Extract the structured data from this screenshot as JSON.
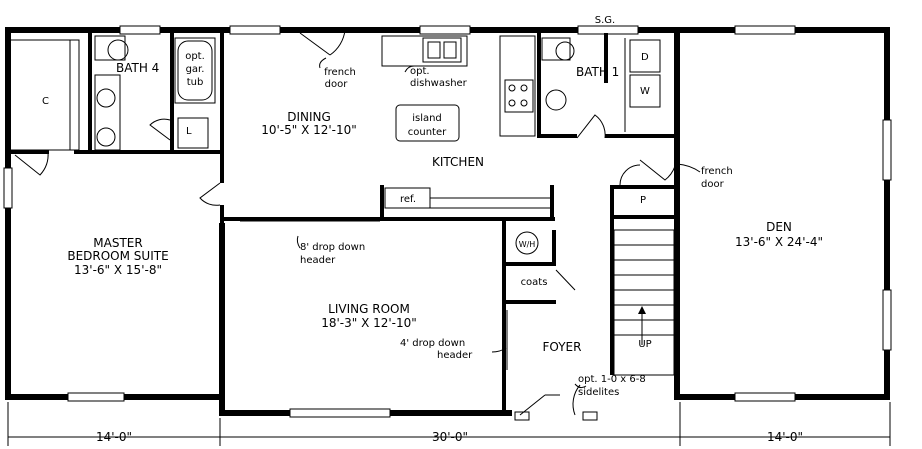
{
  "rooms": {
    "bath4": "BATH 4",
    "bath1": "BATH 1",
    "closet_c": "C",
    "linen_l": "L",
    "dryer_d": "D",
    "washer_w": "W",
    "pantry_p": "P",
    "dining_name": "DINING",
    "dining_size": "10'-5\" X 12'-10\"",
    "kitchen": "KITCHEN",
    "den_name": "DEN",
    "den_size": "13'-6\" X 24'-4\"",
    "master_name_1": "MASTER",
    "master_name_2": "BEDROOM SUITE",
    "master_size": "13'-6\" X 15'-8\"",
    "living_name": "LIVING ROOM",
    "living_size": "18'-3\" X 12'-10\"",
    "foyer": "FOYER"
  },
  "fixtures": {
    "tub_1": "opt.",
    "tub_2": "gar.",
    "tub_3": "tub",
    "island_1": "island",
    "island_2": "counter",
    "ref": "ref.",
    "coats": "coats",
    "wh": "W/H",
    "stair_up": "UP"
  },
  "notes": {
    "sg": "S.G.",
    "french_door_1a": "french",
    "french_door_1b": "door",
    "dishwasher_1": "opt.",
    "dishwasher_2": "dishwasher",
    "french_door_2a": "french",
    "french_door_2b": "door",
    "drop8_1": "8' drop down",
    "drop8_2": "header",
    "drop4_1": "4' drop down",
    "drop4_2": "header",
    "sidelites_1": "opt. 1-0 x 6-8",
    "sidelites_2": "sidelites"
  },
  "dimensions": {
    "left": "14'-0\"",
    "center": "30'-0\"",
    "right": "14'-0\""
  }
}
